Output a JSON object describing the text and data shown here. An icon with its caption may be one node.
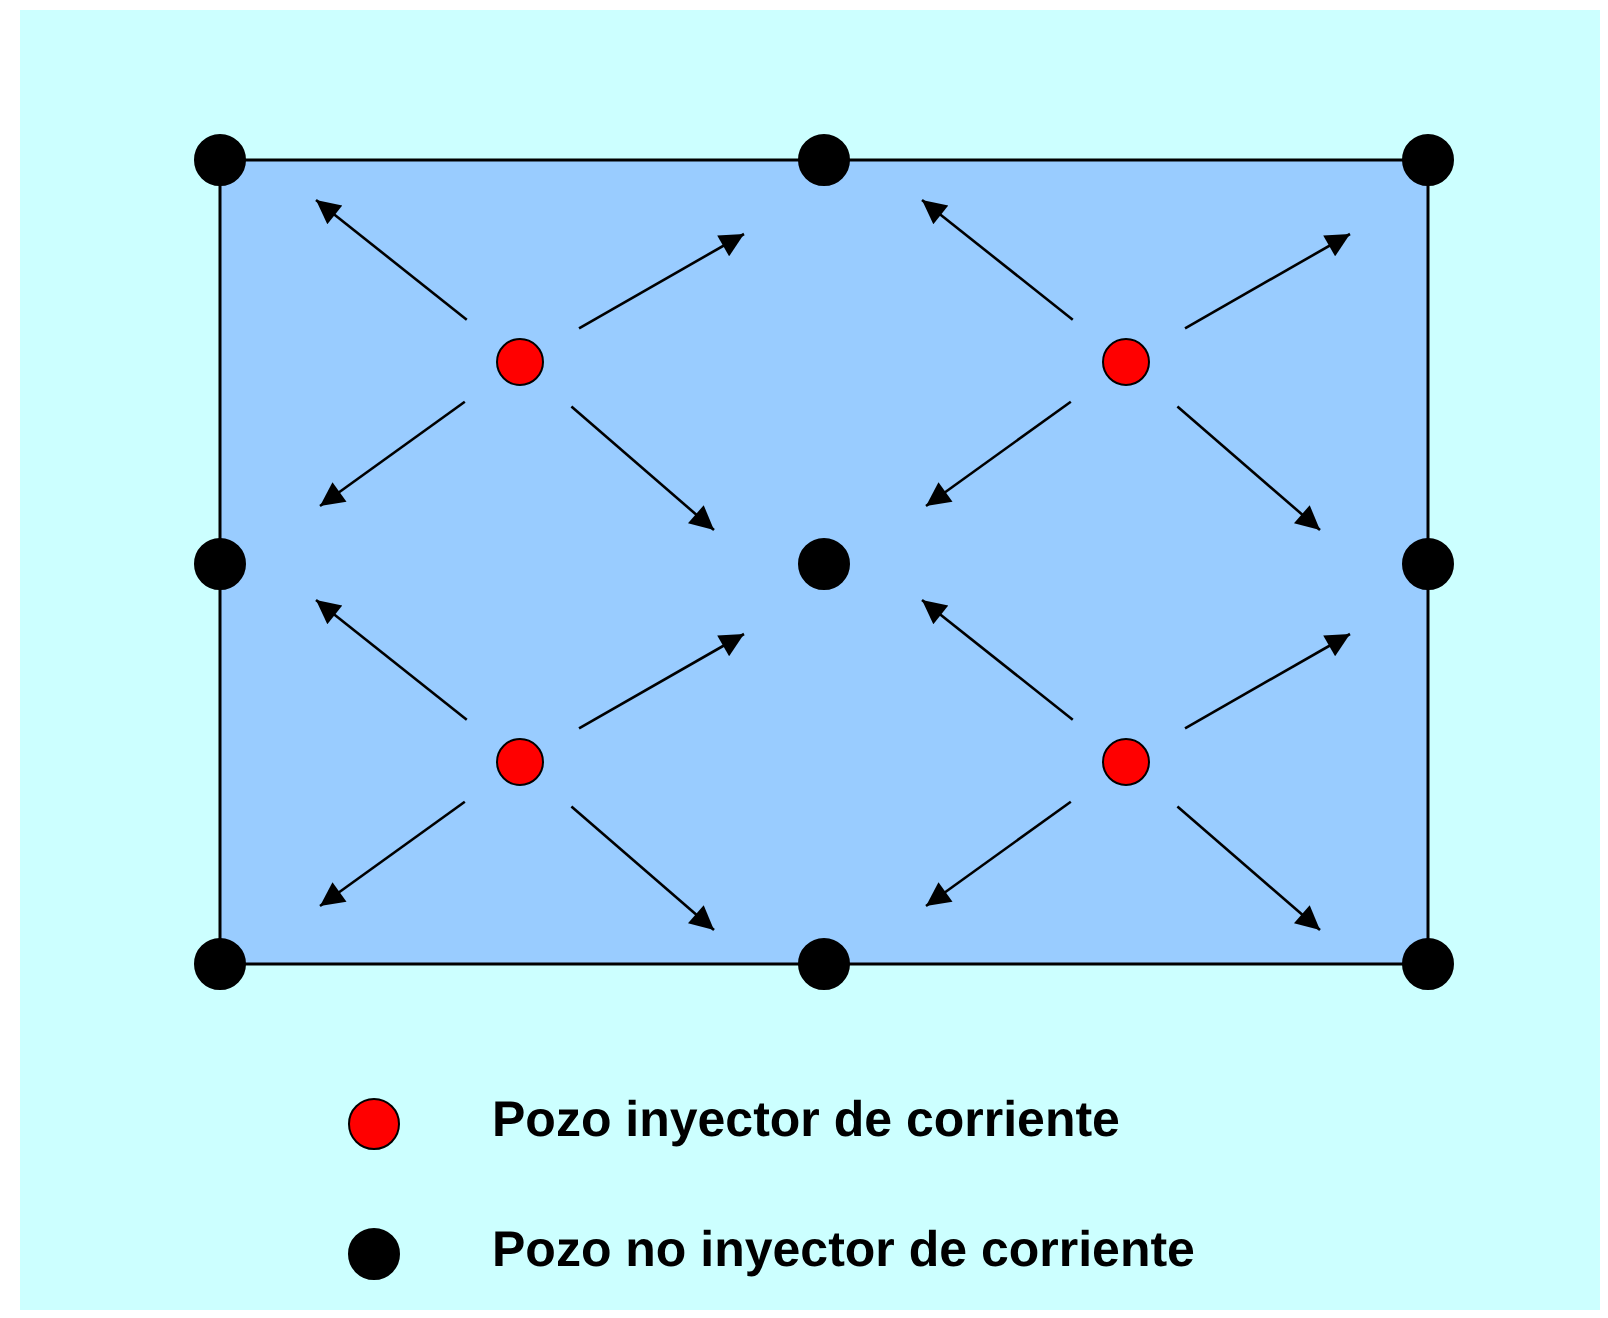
{
  "diagram": {
    "nodes": [
      {
        "text": [],
        "shape": "circle"
      },
      {
        "text": [],
        "shape": "circle"
      },
      {
        "text": [],
        "shape": "circle"
      },
      {
        "text": [],
        "shape": "circle"
      },
      {
        "text": [],
        "shape": "circle"
      },
      {
        "text": [],
        "shape": "circle"
      },
      {
        "text": [],
        "shape": "circle"
      },
      {
        "text": [],
        "shape": "circle"
      },
      {
        "text": [],
        "shape": "circle"
      },
      {
        "text": [],
        "shape": "circle"
      },
      {
        "text": [],
        "shape": "circle"
      },
      {
        "text": [],
        "shape": "circle"
      },
      {
        "text": [],
        "shape": "circle"
      }
    ],
    "edges": [
      {
        "from": 3,
        "to": null,
        "arrow": "to"
      },
      {
        "from": 3,
        "to": null,
        "arrow": "to"
      },
      {
        "from": 3,
        "to": null,
        "arrow": "to"
      },
      {
        "from": 3,
        "to": null,
        "arrow": "to"
      },
      {
        "from": 4,
        "to": null,
        "arrow": "to"
      },
      {
        "from": 4,
        "to": null,
        "arrow": "to"
      },
      {
        "from": 4,
        "to": null,
        "arrow": "to"
      },
      {
        "from": 4,
        "to": null,
        "arrow": "to"
      },
      {
        "from": 8,
        "to": null,
        "arrow": "to"
      },
      {
        "from": 8,
        "to": null,
        "arrow": "to"
      },
      {
        "from": 8,
        "to": null,
        "arrow": "to"
      },
      {
        "from": 8,
        "to": null,
        "arrow": "to"
      },
      {
        "from": 9,
        "to": null,
        "arrow": "to"
      },
      {
        "from": 9,
        "to": null,
        "arrow": "to"
      },
      {
        "from": 9,
        "to": null,
        "arrow": "to"
      },
      {
        "from": 9,
        "to": null,
        "arrow": "to"
      }
    ],
    "legend": [
      {
        "text": "Pozo inyector de corriente",
        "color": "#ff0000"
      },
      {
        "text": "Pozo no inyector de corriente",
        "color": "#000000"
      }
    ]
  }
}
